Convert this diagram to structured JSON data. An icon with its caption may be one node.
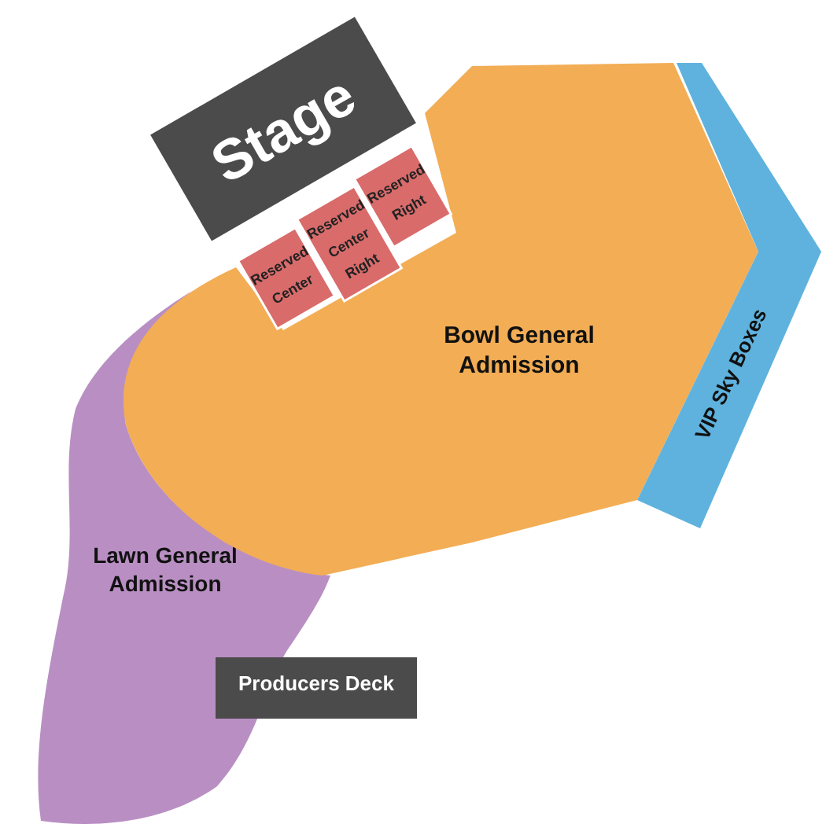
{
  "diagram": {
    "nodes": [
      {
        "text": [
          "Stage"
        ]
      },
      {
        "text": [
          "Reserved Center"
        ]
      },
      {
        "text": [
          "Reserved Center Right"
        ]
      },
      {
        "text": [
          "Reserved Right"
        ]
      },
      {
        "text": [
          "Bowl General Admission"
        ]
      },
      {
        "text": [
          "VIP Sky Boxes"
        ]
      },
      {
        "text": [
          "Lawn General Admission"
        ]
      },
      {
        "text": [
          "Producers Deck"
        ]
      }
    ]
  }
}
